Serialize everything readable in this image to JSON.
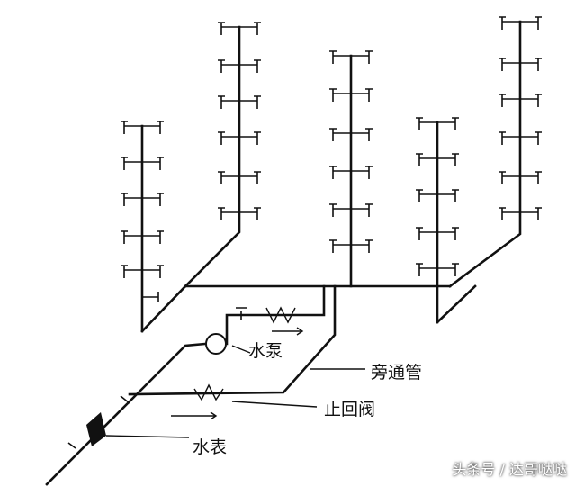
{
  "labels": {
    "pump": "水泵",
    "bypass": "旁通管",
    "check_valve": "止回阀",
    "water_meter": "水表"
  },
  "watermark": "头条号 / 达哥哒哒",
  "colors": {
    "line": "#111111",
    "background": "#ffffff"
  },
  "icons": [
    "water-pump-icon",
    "check-valve-icon",
    "water-meter-icon",
    "gate-valve-icon",
    "flow-arrow-icon",
    "faucet-icon"
  ]
}
